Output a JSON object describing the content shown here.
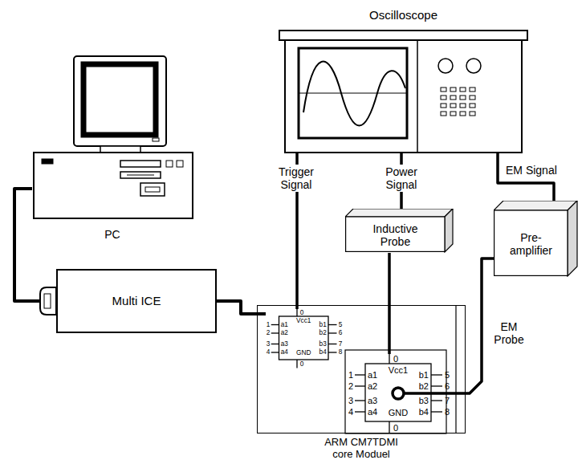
{
  "diagram": {
    "nodes": [
      {
        "text": [
          "Oscilloscope"
        ]
      },
      {
        "text": [
          "PC"
        ]
      },
      {
        "text": [
          "Inductive Probe"
        ]
      },
      {
        "text": [
          "Pre- amplifier"
        ]
      },
      {
        "text": [
          "Multi ICE"
        ]
      },
      {
        "text": [
          "ARM CM7TDMI core Moduel"
        ]
      },
      {
        "text": [
          "0",
          "Vcc1",
          "1",
          "a1",
          "b1",
          "5",
          "2",
          "a2",
          "b2",
          "6",
          "3",
          "a3",
          "b3",
          "7",
          "4",
          "a4",
          "b4",
          "8",
          "GND",
          "0"
        ],
        "in": 5
      },
      {
        "text": [
          "0",
          "Vcc1",
          "1",
          "a1",
          "b1",
          "5",
          "2",
          "a2",
          "b2",
          "6",
          "3",
          "a3",
          "b3",
          "7",
          "4",
          "a4",
          "b4",
          "8",
          "GND",
          "0"
        ],
        "in": 5
      }
    ],
    "edges": [
      {
        "from": 1,
        "to": 4,
        "arrow": "none"
      },
      {
        "from": 4,
        "to": 6,
        "arrow": "none"
      },
      {
        "from": 0,
        "to": 6,
        "label": "Trigger Signal",
        "arrow": "none"
      },
      {
        "from": 0,
        "to": 2,
        "label": "Power Signal",
        "arrow": "none"
      },
      {
        "from": 0,
        "to": 3,
        "label": "EM Signal",
        "arrow": "none"
      },
      {
        "from": 2,
        "to": 7,
        "arrow": "none"
      },
      {
        "from": 7,
        "to": 3,
        "label": "EM Probe",
        "arrow": "none"
      }
    ]
  }
}
